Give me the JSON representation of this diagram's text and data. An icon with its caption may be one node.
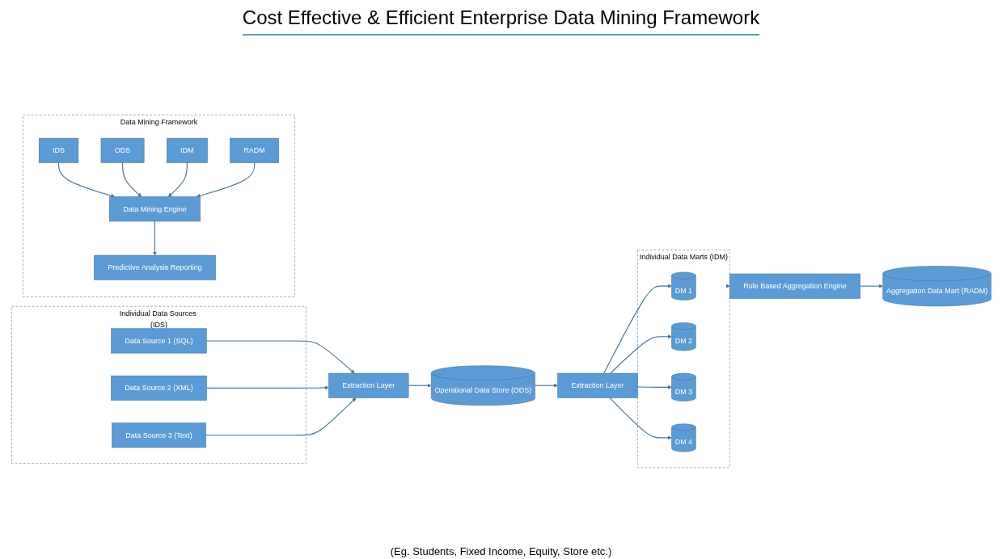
{
  "diagram": {
    "title": "Cost Effective & Efficient Enterprise Data Mining Framework",
    "nodes": [
      {
        "text": [
          "Individual Data Sources (IDS)"
        ]
      },
      {
        "text": [
          "Data Source 1 (SQL)"
        ],
        "in": 0
      },
      {
        "text": [
          "Data Source 2 (XML)"
        ],
        "in": 0
      },
      {
        "text": [
          "Data Source 3 (Text)"
        ],
        "in": 0
      },
      {
        "text": [
          "Extraction Layer"
        ]
      },
      {
        "text": [
          "Operational Data Store (ODS)"
        ]
      },
      {
        "text": [
          "Extraction Layer"
        ]
      },
      {
        "text": [
          "Individual Data Marts (IDM)"
        ]
      },
      {
        "text": [
          "DM 1"
        ],
        "in": 7
      },
      {
        "text": [
          "DM 2"
        ],
        "in": 7
      },
      {
        "text": [
          "DM 3"
        ],
        "in": 7
      },
      {
        "text": [
          "DM 4"
        ],
        "in": 7
      },
      {
        "text": [
          "Rule Based Aggregation Engine"
        ]
      },
      {
        "text": [
          "Aggregation Data Mart (RADM)"
        ]
      },
      {
        "text": [
          "Data Mining Framework"
        ]
      },
      {
        "text": [
          "IDS"
        ],
        "in": 14
      },
      {
        "text": [
          "ODS"
        ],
        "in": 14
      },
      {
        "text": [
          "IDM"
        ],
        "in": 14
      },
      {
        "text": [
          "RADM"
        ],
        "in": 14
      },
      {
        "text": [
          "Data Mining Engine"
        ],
        "in": 14
      },
      {
        "text": [
          "Predictive Analysis Reporting"
        ],
        "in": 14
      }
    ],
    "edges": [
      {
        "from": 1,
        "to": 4,
        "arrow": "to"
      },
      {
        "from": 2,
        "to": 4,
        "arrow": "to"
      },
      {
        "from": 3,
        "to": 4,
        "arrow": "to"
      },
      {
        "from": 4,
        "to": 5,
        "arrow": "to"
      },
      {
        "from": 5,
        "to": 6,
        "arrow": "to"
      },
      {
        "from": 6,
        "to": 8,
        "arrow": "to"
      },
      {
        "from": 6,
        "to": 9,
        "arrow": "to"
      },
      {
        "from": 6,
        "to": 10,
        "arrow": "to"
      },
      {
        "from": 6,
        "to": 11,
        "arrow": "to"
      },
      {
        "from": 7,
        "to": 12,
        "arrow": "to"
      },
      {
        "from": 12,
        "to": 13,
        "arrow": "to"
      },
      {
        "from": 15,
        "to": 19,
        "arrow": "to"
      },
      {
        "from": 16,
        "to": 19,
        "arrow": "to"
      },
      {
        "from": 17,
        "to": 19,
        "arrow": "to"
      },
      {
        "from": 18,
        "to": 19,
        "arrow": "to"
      },
      {
        "from": 19,
        "to": 20,
        "arrow": "to"
      }
    ],
    "labels": [
      "(Eg. Students, Fixed Income, Equity, Store etc.)"
    ]
  }
}
